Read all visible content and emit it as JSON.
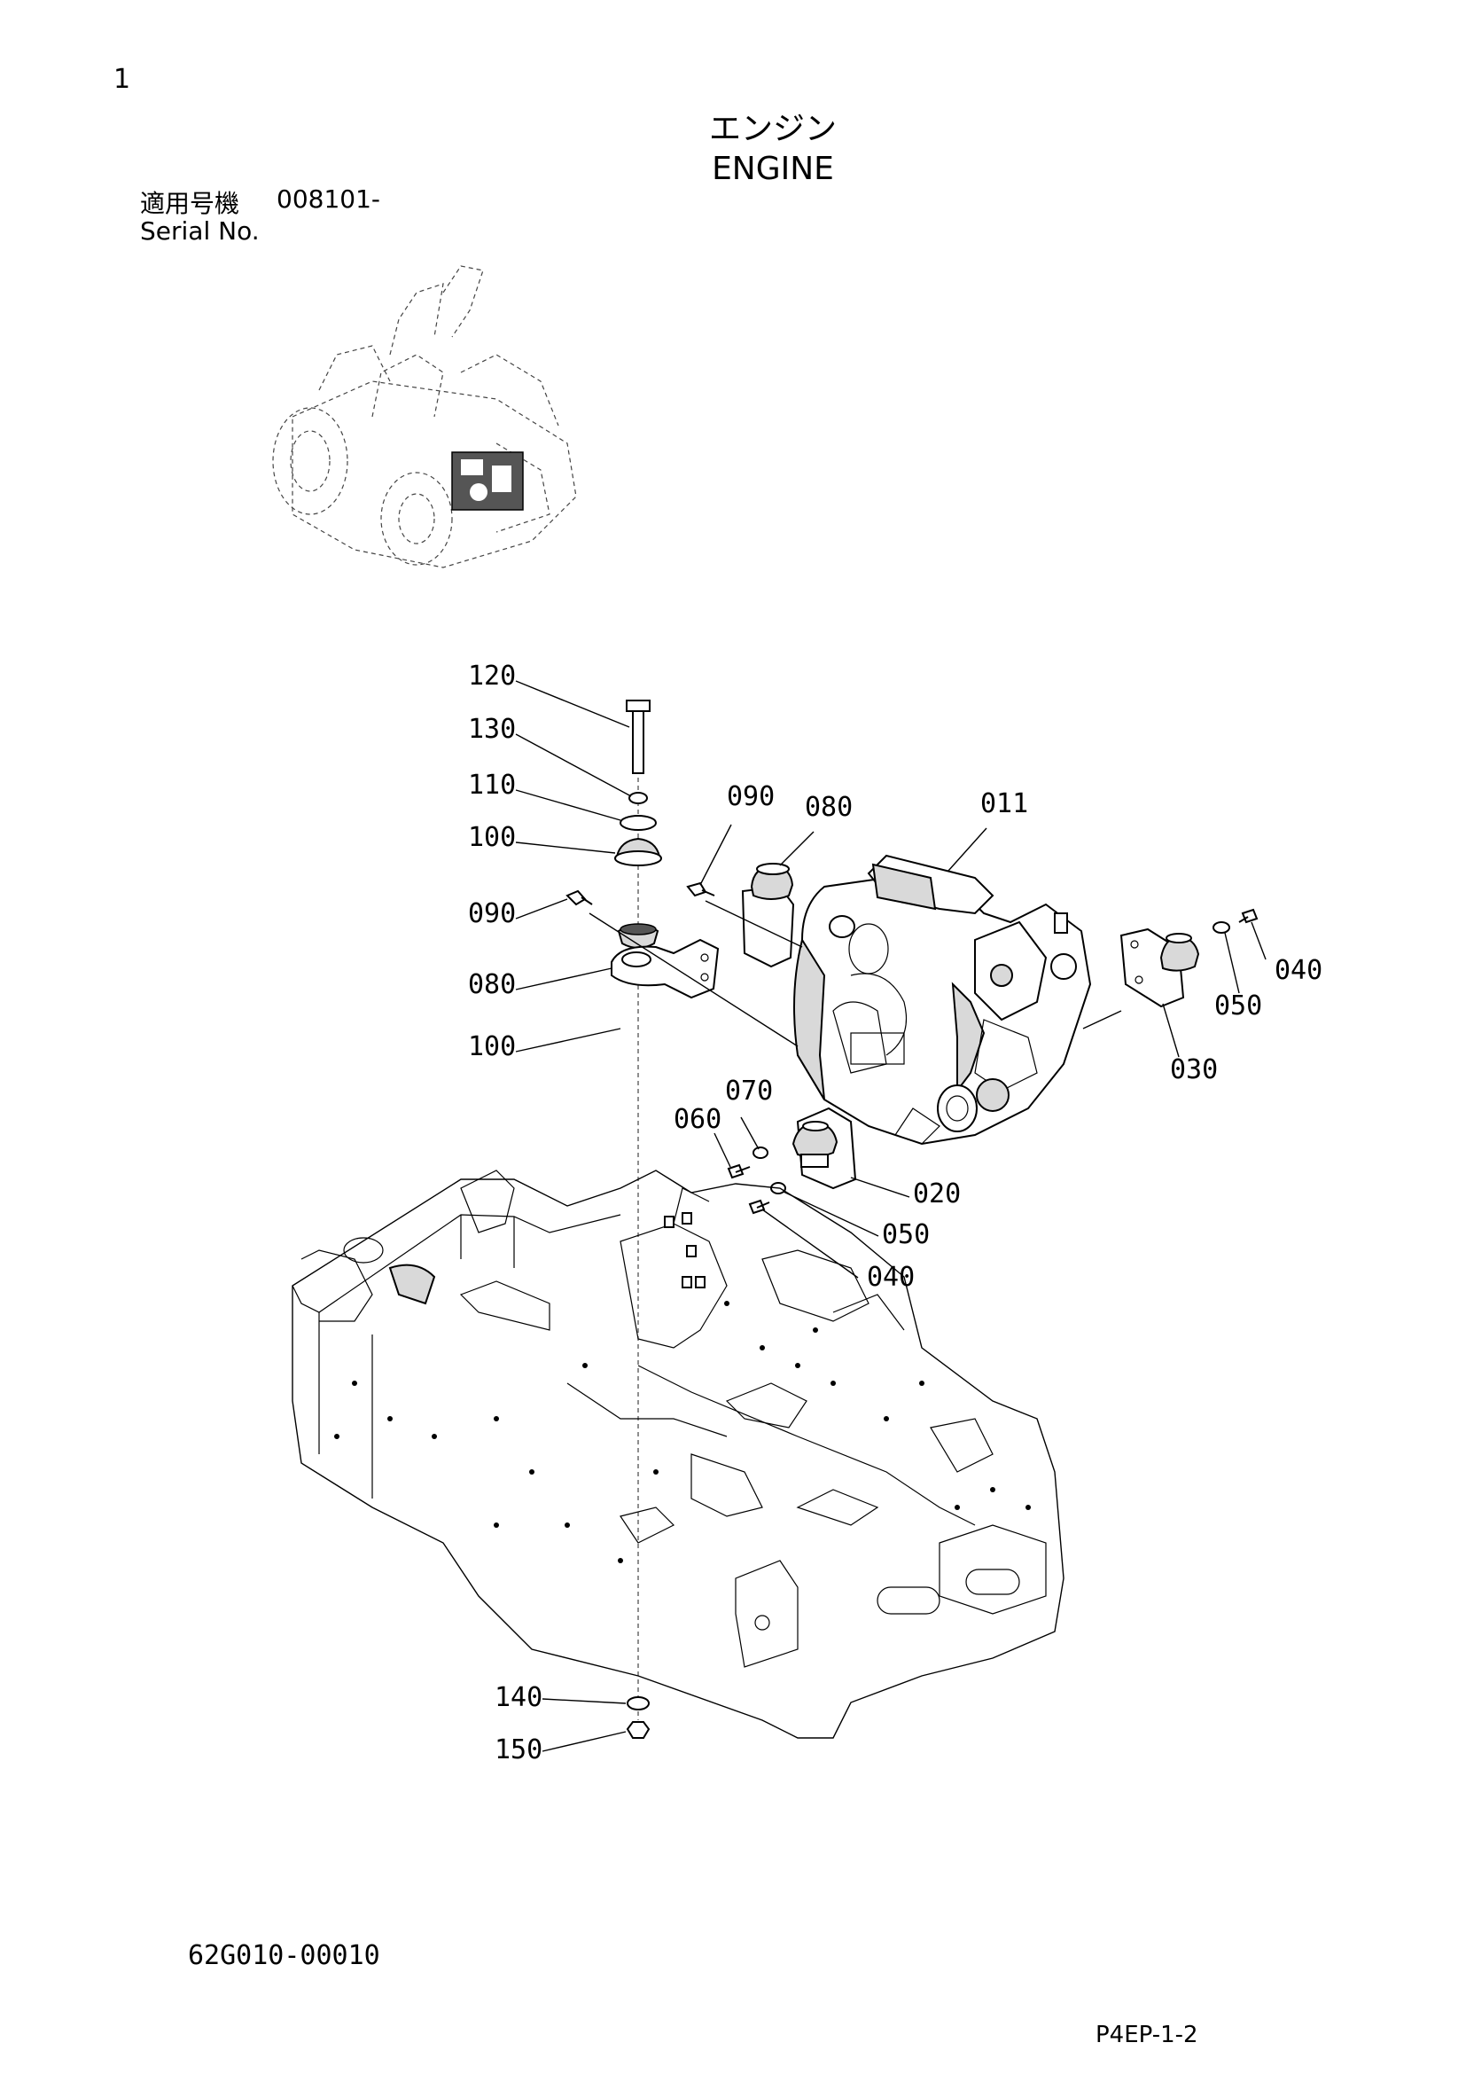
{
  "header": {
    "page_number": "1",
    "title_jp": "エンジン",
    "title_en": "ENGINE",
    "serial_label_jp": "適用号機",
    "serial_value": "008101-",
    "serial_label_en": "Serial No."
  },
  "callouts": [
    "120",
    "130",
    "110",
    "100",
    "090",
    "080",
    "100",
    "090",
    "080",
    "011",
    "040",
    "050",
    "030",
    "070",
    "060",
    "020",
    "050",
    "040",
    "140",
    "150"
  ],
  "footer": {
    "drawing_number": "62G010-00010",
    "page_code": "P4EP-1-2"
  }
}
